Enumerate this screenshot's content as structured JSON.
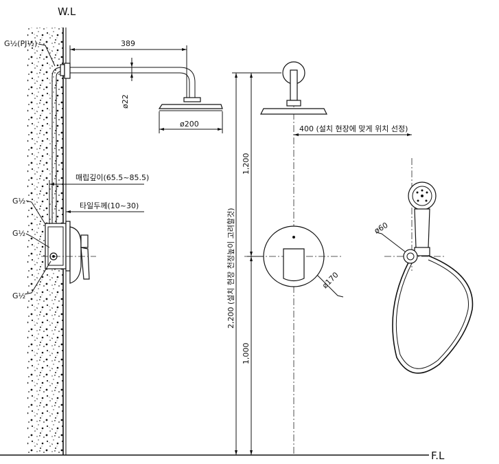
{
  "datums": {
    "wall_level": "W.L",
    "floor_level": "F.L"
  },
  "side_view": {
    "pipe_thread_top": "G½(PJ½)",
    "thread_1": "G½",
    "thread_2": "G½",
    "thread_3": "G½",
    "arm_length": "389",
    "arm_diameter": "ø22",
    "head_diameter": "ø200",
    "embed_depth": "매립깊이(65.5~85.5)",
    "tile_thickness": "타일두께(10~30)"
  },
  "front_view": {
    "total_height": "2,200 (설치 현장 천정높이 고려할것)",
    "upper_height": "1,200",
    "lower_height": "1,000",
    "hand_offset": "400 (설치 현장에 맞게 위치 선정)",
    "valve_plate_diameter": "ø170",
    "hand_shower_diameter": "ø60"
  }
}
